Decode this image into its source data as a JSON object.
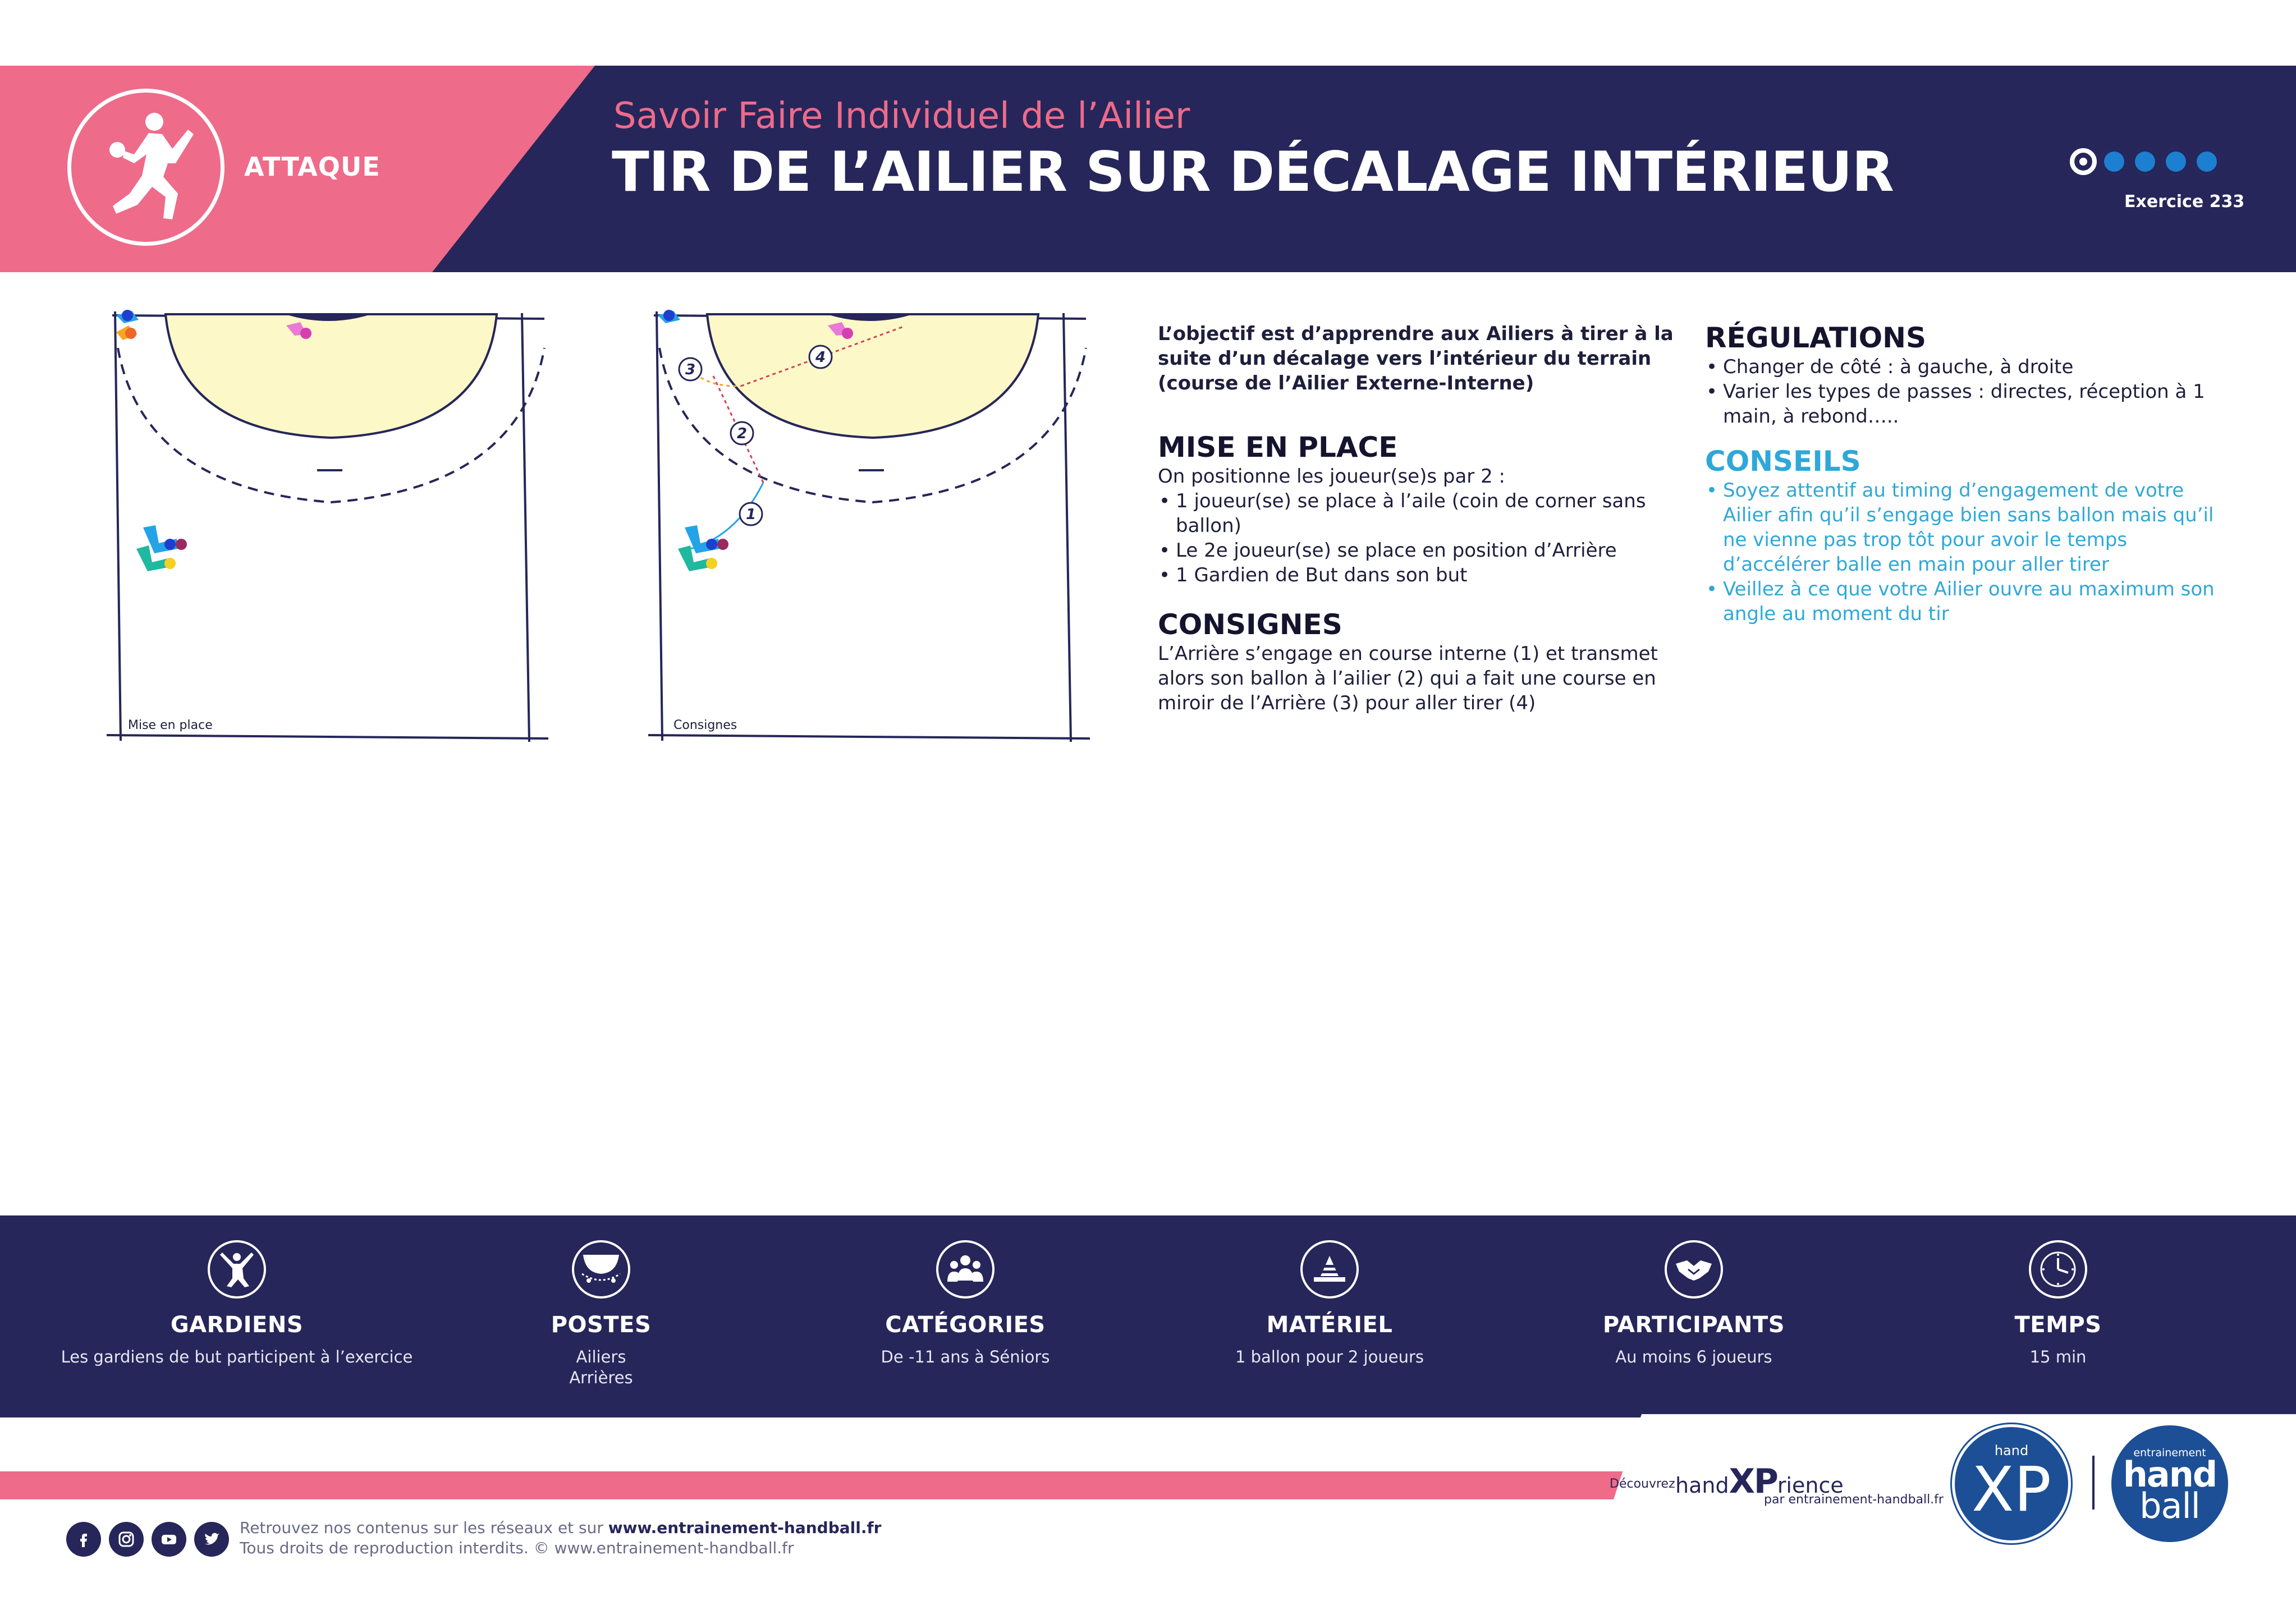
{
  "header": {
    "category": "ATTAQUE",
    "subtitle": "Savoir Faire Individuel de l’Ailier",
    "title": "TIR DE L’AILIER SUR DÉCALAGE INTÉRIEUR",
    "exercise": "Exercice  233",
    "difficulty": 1,
    "difficulty_max": 5
  },
  "diagrams": {
    "left_caption": "Mise en place",
    "right_caption": "Consignes",
    "steps": [
      "1",
      "2",
      "3",
      "4"
    ]
  },
  "intro": "L’objectif est d’apprendre aux Ailiers à tirer à la suite d’un décalage vers l’intérieur du terrain (course de l’Ailier Externe-Interne)",
  "mise_en_place": {
    "title": "MISE EN PLACE",
    "lead": "On positionne les joueur(se)s par 2 :",
    "items": [
      "1 joueur(se) se place à l’aile (coin de corner sans ballon)",
      "Le 2e joueur(se) se place en position d’Arrière",
      "1 Gardien de But dans son but"
    ]
  },
  "consignes": {
    "title": "CONSIGNES",
    "text": "L’Arrière s’engage en course interne (1) et transmet alors son ballon à l’ailier (2) qui a fait une course en miroir de l’Arrière (3) pour aller tirer (4)"
  },
  "regulations": {
    "title": "RÉGULATIONS",
    "items": [
      "Changer de côté : à gauche, à droite",
      "Varier les types de passes : directes, réception à 1 main, à rebond….."
    ]
  },
  "conseils": {
    "title": "CONSEILS",
    "items": [
      "Soyez attentif au timing d’engagement de votre Ailier afin qu’il s’engage bien sans ballon mais qu’il ne vienne pas trop tôt pour avoir le temps d’accélérer balle en main pour aller tirer",
      "Veillez à ce que votre Ailier ouvre au maximum son angle au moment du tir"
    ]
  },
  "info": [
    {
      "icon": "goalkeeper-icon",
      "label": "GARDIENS",
      "value": "Les gardiens de but participent à l’exercice"
    },
    {
      "icon": "court-positions-icon",
      "label": "POSTES",
      "value": "Ailiers\nArrières"
    },
    {
      "icon": "group-icon",
      "label": "CATÉGORIES",
      "value": "De -11 ans à Séniors"
    },
    {
      "icon": "cone-icon",
      "label": "MATÉRIEL",
      "value": "1 ballon pour 2 joueurs"
    },
    {
      "icon": "handshake-icon",
      "label": "PARTICIPANTS",
      "value": "Au moins 6 joueurs"
    },
    {
      "icon": "clock-icon",
      "label": "TEMPS",
      "value": "15 min"
    }
  ],
  "footer": {
    "social": [
      "facebook-icon",
      "instagram-icon",
      "youtube-icon",
      "twitter-icon"
    ],
    "line1_prefix": "Retrouvez nos contenus sur les réseaux et sur ",
    "line1_site": "www.entrainement-handball.fr",
    "line2": "Tous droits de reproduction interdits. © www.entrainement-handball.fr",
    "promo_prefix": "Découvrez",
    "promo_hand": "hand",
    "promo_xp": "XP",
    "promo_rience": "rience",
    "promo_by": "par entrainement-handball.fr",
    "xp_logo_small": "hand",
    "xp_logo_big": "XP",
    "eh_logo_small": "entrainement",
    "eh_logo_hand": "hand",
    "eh_logo_ball": "ball"
  },
  "colors": {
    "navy": "#26265a",
    "pink": "#ee6b8a",
    "cyan": "#2ea8d8",
    "court_area": "#fdf8c8",
    "ball_blue": "#1d7fd0"
  }
}
